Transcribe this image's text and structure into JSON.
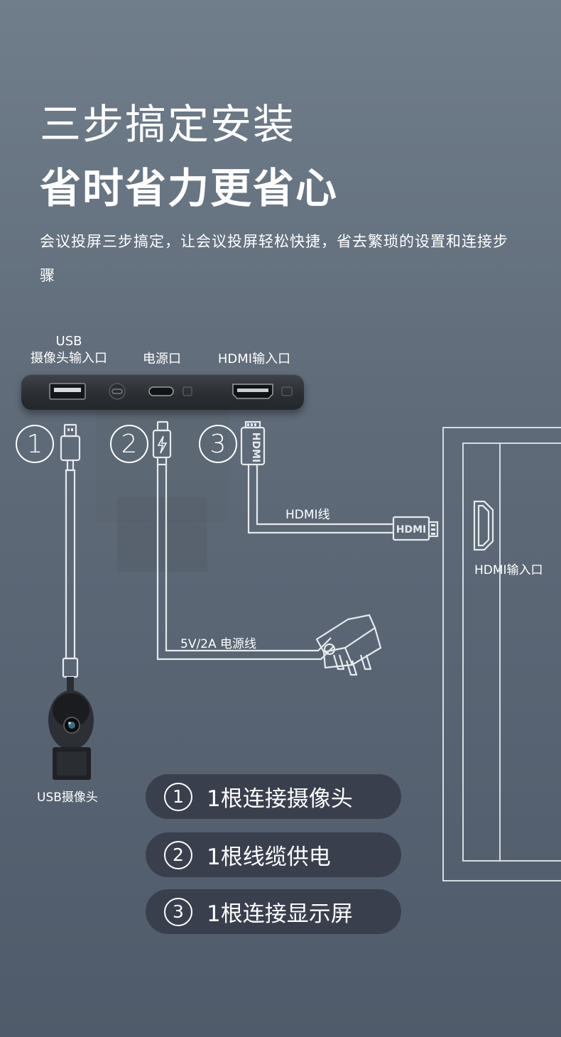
{
  "header": {
    "title_line1": "三步搞定安装",
    "title_line2": "省时省力更省心",
    "description": "会议投屏三步搞定，让会议投屏轻松快捷，省去繁琐的设置和连接步骤"
  },
  "ports": {
    "usb_line1": "USB",
    "usb_line2": "摄像头输入口",
    "power": "电源口",
    "hdmi": "HDMI输入口"
  },
  "steps_numbers": [
    "1",
    "2",
    "3"
  ],
  "cables": {
    "hdmi_cable": "HDMI线",
    "power_cable": "5V/2A 电源线",
    "hdmi_plug_text": "HDMI"
  },
  "display": {
    "hdmi_input": "HDMI输入口"
  },
  "camera": {
    "label": "USB摄像头"
  },
  "pills": [
    {
      "num": "1",
      "text": "1根连接摄像头"
    },
    {
      "num": "2",
      "text": "1根线缆供电"
    },
    {
      "num": "3",
      "text": "1根连接显示屏"
    }
  ],
  "colors": {
    "pill_bg": "#3a3f4d",
    "line": "#e6eaee",
    "hub": "#2a2d31"
  }
}
